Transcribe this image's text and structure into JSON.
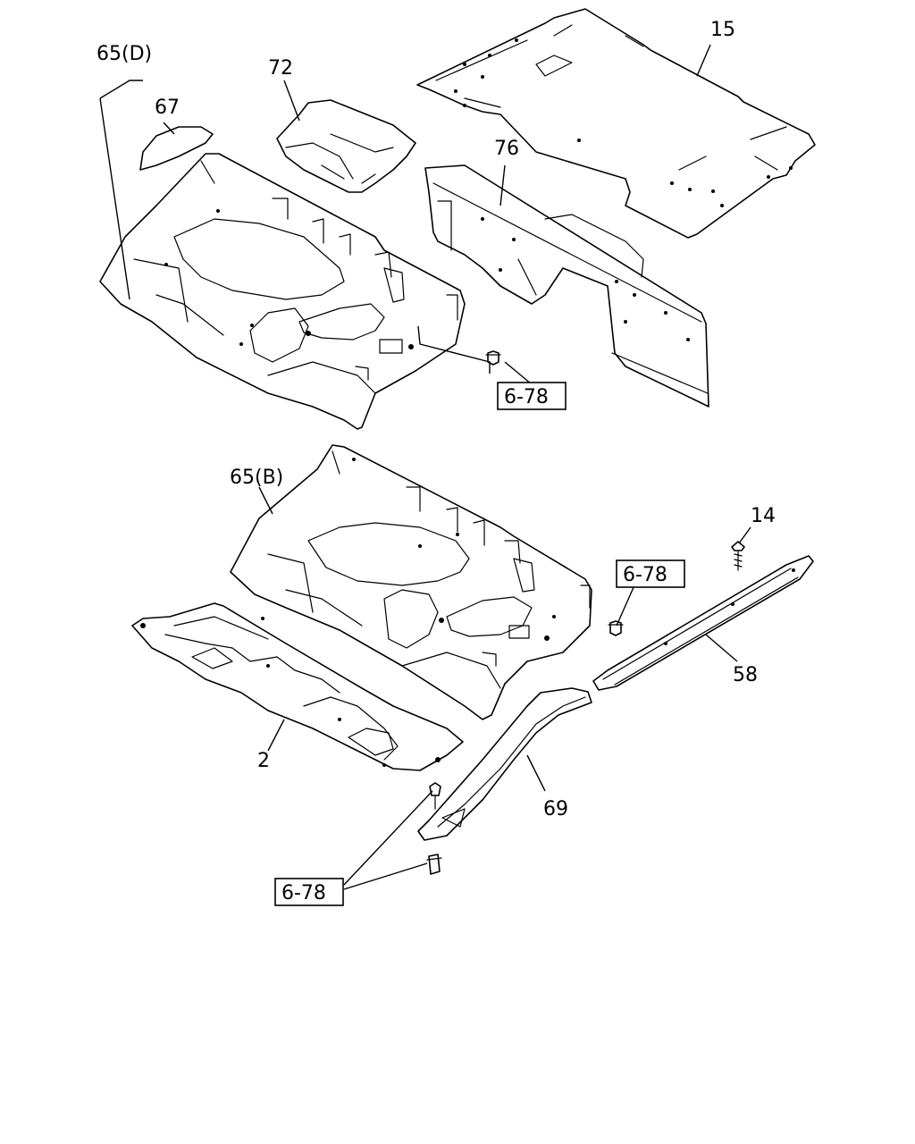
{
  "callouts": {
    "c15": "15",
    "c72": "72",
    "c65d": "65(D)",
    "c67": "67",
    "c76": "76",
    "c65b": "65(B)",
    "c14": "14",
    "c58": "58",
    "c2": "2",
    "c69": "69"
  },
  "references": {
    "ref_top": "6-78",
    "ref_mid": "6-78",
    "ref_bottom": "6-78"
  }
}
